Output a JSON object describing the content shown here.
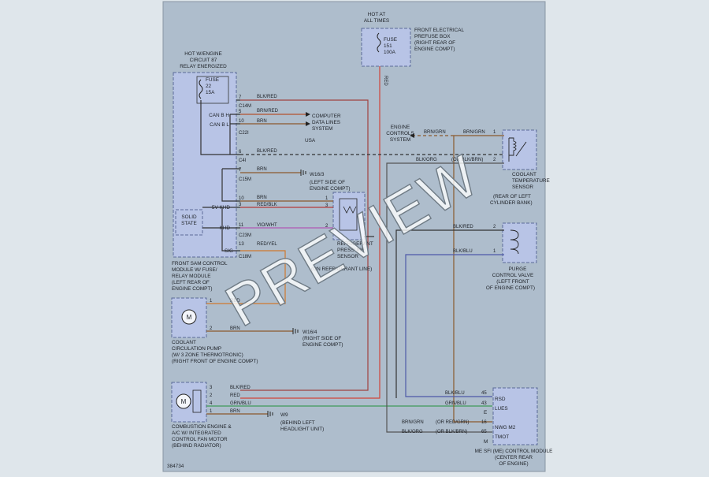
{
  "diagram": {
    "watermark": "PREVIEW",
    "figure_id": "384734",
    "hot_all_times": [
      "HOT AT",
      "ALL TIMES"
    ],
    "hot_engine": [
      "HOT W/ENGINE",
      "CIRCUIT 87",
      "RELAY ENERGIZED"
    ],
    "fuse_top": [
      "FUSE",
      "151",
      "100A"
    ],
    "fuse_top_location": [
      "FRONT ELECTRICAL",
      "PREFUSE BOX",
      "(RIGHT REAR OF",
      "ENGINE COMPT)"
    ],
    "fuse_left": [
      "FUSE",
      "22",
      "15A"
    ],
    "main_wire_label": "RED",
    "can_h": "CAN B H",
    "can_l": "CAN B L",
    "solid_state": [
      "SOLID",
      "STATE"
    ],
    "sv_khd": "5V KHD",
    "khd": "KHD",
    "sig": "SIG",
    "connectors": [
      "C14M",
      "C22I",
      "C4I",
      "C15M",
      "C23M",
      "C18M"
    ],
    "left_pins": [
      "7",
      "5",
      "10",
      "6",
      "7",
      "10",
      "3",
      "11",
      "13"
    ],
    "left_wires": [
      "BLK/RED",
      "BRN/RED",
      "BRN",
      "BLK/RED",
      "BRN",
      "BRN",
      "RED/BLK",
      "VIO/WHT",
      "RED/YEL"
    ],
    "computer_data_lines": [
      "COMPUTER",
      "DATA LINES",
      "SYSTEM"
    ],
    "usa": "USA",
    "ground_w163": [
      "W16/3",
      "(LEFT SIDE OF",
      "ENGINE COMPT)"
    ],
    "pressure_sensor": [
      "REFRIGERANT",
      "PRESSURE",
      "SENSOR",
      "(ON REFRIGERANT LINE)"
    ],
    "pressure_pins": [
      "1",
      "3",
      "2"
    ],
    "front_sam": [
      "FRONT SAM CONTROL",
      "MODULE W/ FUSE/",
      "RELAY MODULE",
      "(LEFT REAR OF",
      "ENGINE COMPT)"
    ],
    "engine_controls": [
      "ENGINE",
      "CONTROLS",
      "SYSTEM"
    ],
    "ect_wires": [
      "BRN/GRN",
      "BRN/GRN",
      "BLK/ORG",
      "(OR BLK/BRN)"
    ],
    "ect_pins": [
      "1",
      "2"
    ],
    "ect_sensor": [
      "COOLANT",
      "TEMPERATURE",
      "SENSOR",
      "(REAR OF LEFT",
      "CYLINDER BANK)"
    ],
    "purge_wires": [
      "BLK/RED",
      "BLK/BLU"
    ],
    "purge_pins": [
      "2",
      "1"
    ],
    "purge_valve": [
      "PURGE",
      "CONTROL VALVE",
      "(LEFT FRONT",
      "OF ENGINE COMPT)"
    ],
    "pump_pins": [
      "1",
      "2"
    ],
    "pump_wires": [
      "RED",
      "BRN"
    ],
    "ground_w164": [
      "W16/4",
      "(RIGHT SIDE OF",
      "ENGINE COMPT)"
    ],
    "pump": [
      "COOLANT",
      "CIRCULATION PUMP",
      "(W/ 3 ZONE THERMOTRONIC)",
      "(RIGHT FRONT OF ENGINE COMPT)"
    ],
    "motor_pins": [
      "3",
      "2",
      "4",
      "1"
    ],
    "motor_wires": [
      "BLK/RED",
      "RED",
      "GRN/BLU",
      "BRN"
    ],
    "ground_w9": [
      "W9",
      "(BEHIND LEFT",
      "HEADLIGHT UNIT)"
    ],
    "fan_motor": [
      "COMBUSTION ENGINE &",
      "A/C W/ INTEGRATED",
      "CONTROL FAN MOTOR",
      "(BEHIND RADIATOR)"
    ],
    "ecm_wires": [
      "BLK/BLU",
      "GRN/BLU",
      "BRN/GRN",
      "(OR RED/GRN)",
      "BLK/ORG",
      "(OR BLK/BRN)"
    ],
    "ecm_pins": [
      "45",
      "43",
      "16",
      "65"
    ],
    "ecm_labels": [
      "RSD",
      "LUES",
      "NWG M2",
      "TMOT"
    ],
    "ecm_letters": [
      "E",
      "M"
    ],
    "ecm": [
      "ME SFI (ME) CONTROL MODULE",
      "(CENTER REAR",
      "OF ENGINE)"
    ],
    "motor_symbol": "M"
  }
}
